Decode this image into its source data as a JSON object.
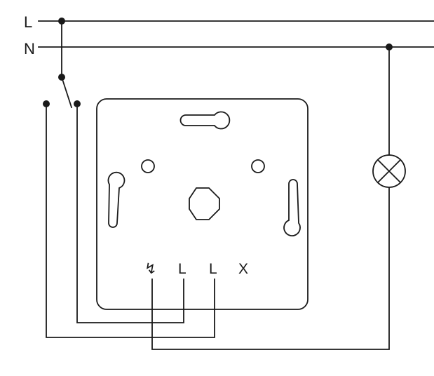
{
  "bus_labels": {
    "line": "L",
    "neutral": "N"
  },
  "terminal_labels": {
    "dimmer_output": "↯",
    "line_1": "L",
    "line_2": "L",
    "unused": "X"
  },
  "components": {
    "switch": "changeover-switch",
    "device": "dimmer-insert",
    "load": "lamp"
  },
  "colors": {
    "stroke": "#1a1a1a",
    "background": "#ffffff"
  }
}
